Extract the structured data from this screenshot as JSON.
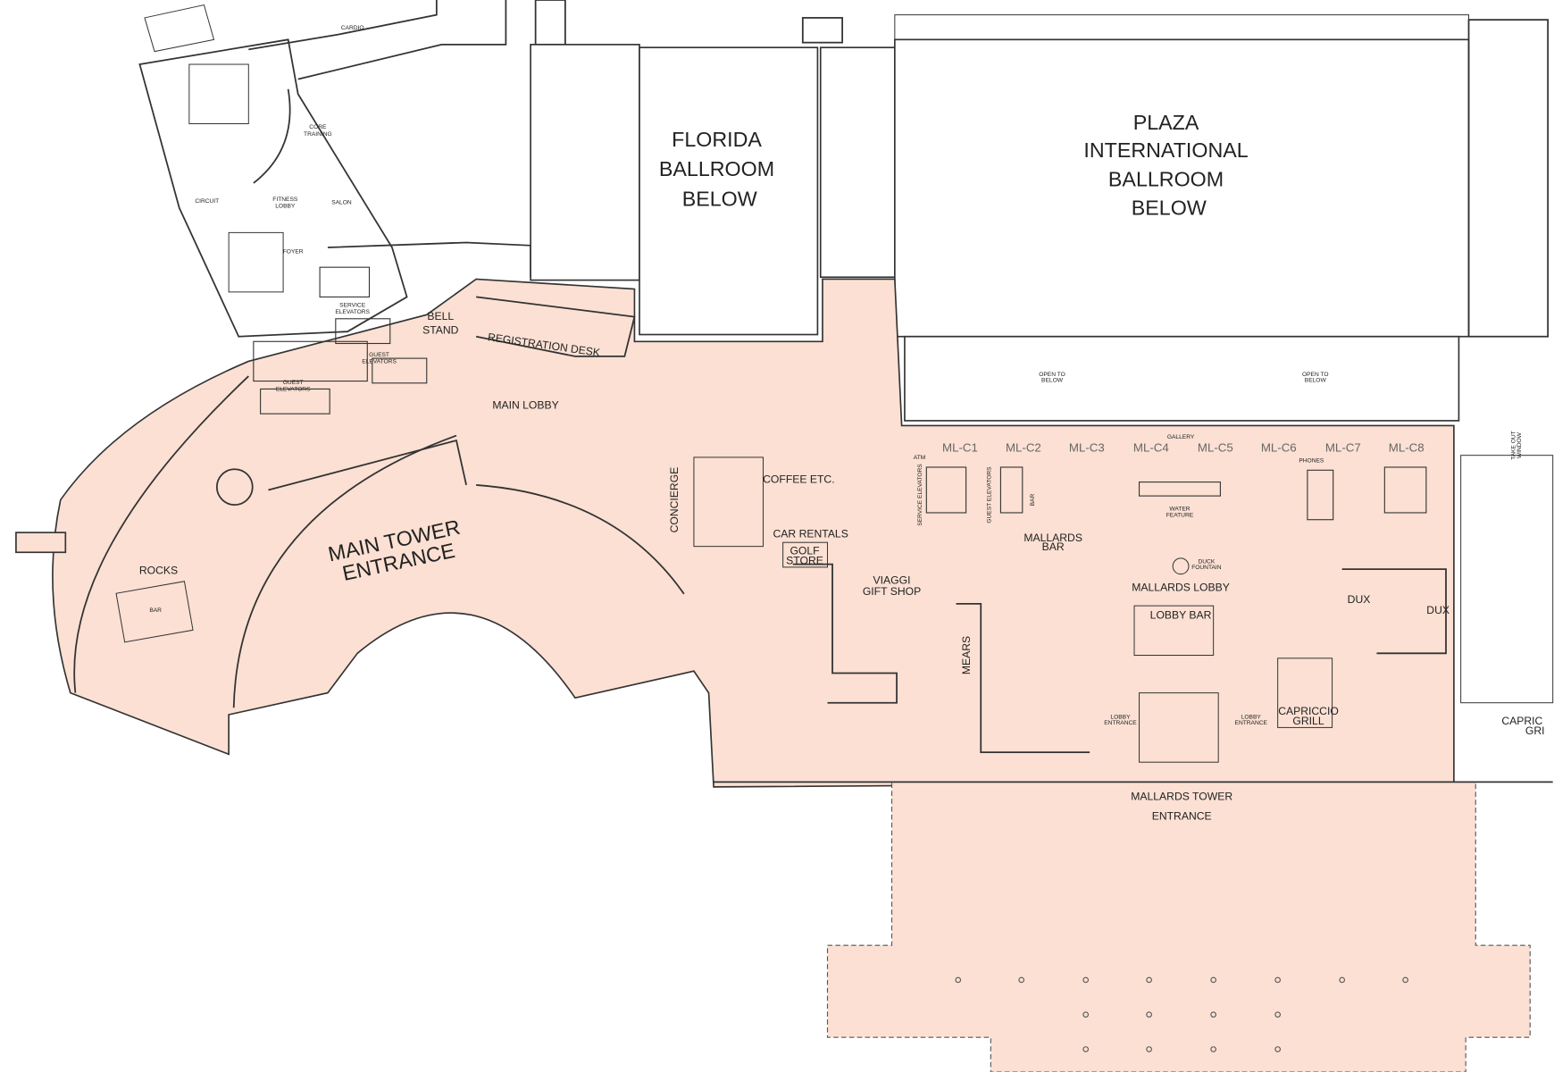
{
  "colors": {
    "lobby_fill": "#fbe0d3",
    "walls": "#333333",
    "suite_labels": "#666666"
  },
  "ballrooms": {
    "florida": [
      "FLORIDA",
      "BALLROOM",
      "BELOW"
    ],
    "plaza": [
      "PLAZA",
      "INTERNATIONAL",
      "BALLROOM",
      "BELOW"
    ]
  },
  "fitness": {
    "cardio": "CARDIO",
    "core_training": [
      "CORE",
      "TRAINING"
    ],
    "circuit": "CIRCUIT",
    "fitness_lobby": [
      "FITNESS",
      "LOBBY"
    ],
    "salon": "SALON",
    "foyer": "FOYER",
    "service_elevators": [
      "SERVICE",
      "ELEVATORS"
    ]
  },
  "main": {
    "bell_stand": [
      "BELL",
      "STAND"
    ],
    "registration_desk": "REGISTRATION DESK",
    "guest_elevators": [
      "GUEST",
      "ELEVATORS"
    ],
    "main_lobby": "MAIN LOBBY",
    "rocks": "ROCKS",
    "bar": "BAR",
    "main_tower_entrance": [
      "MAIN TOWER",
      "ENTRANCE"
    ],
    "concierge": "CONCIERGE",
    "coffee": "COFFEE ETC.",
    "car_rentals": "CAR RENTALS",
    "golf_store": [
      "GOLF",
      "STORE"
    ],
    "gift_shop": [
      "VIAGGI",
      "GIFT SHOP"
    ]
  },
  "mallards": {
    "open_to_below": [
      "OPEN TO",
      "BELOW"
    ],
    "gallery": "GALLERY",
    "suites": [
      "ML-C1",
      "ML-C2",
      "ML-C3",
      "ML-C4",
      "ML-C5",
      "ML-C6",
      "ML-C7",
      "ML-C8"
    ],
    "atm": "ATM",
    "service_elevators": "SERVICE ELEVATORS",
    "guest_elevators": "GUEST ELEVATORS",
    "bar_label": "BAR",
    "mallards_bar": [
      "MALLARDS",
      "BAR"
    ],
    "water_feature": [
      "WATER",
      "FEATURE"
    ],
    "phones": "PHONES",
    "duck_fountain": [
      "DUCK",
      "FOUNTAIN"
    ],
    "mallards_lobby": "MALLARDS LOBBY",
    "lobby_bar": "LOBBY BAR",
    "mears": "MEARS",
    "lobby_entrance": [
      "LOBBY",
      "ENTRANCE"
    ],
    "capriccio": [
      "CAPRICCIO",
      "GRILL"
    ],
    "capriccio_cut": [
      "CAPRIC",
      "GRI"
    ],
    "dux": "DUX",
    "take_out": [
      "TAKE OUT",
      "WINDOW"
    ],
    "tower_entrance": [
      "MALLARDS TOWER",
      "ENTRANCE"
    ]
  }
}
